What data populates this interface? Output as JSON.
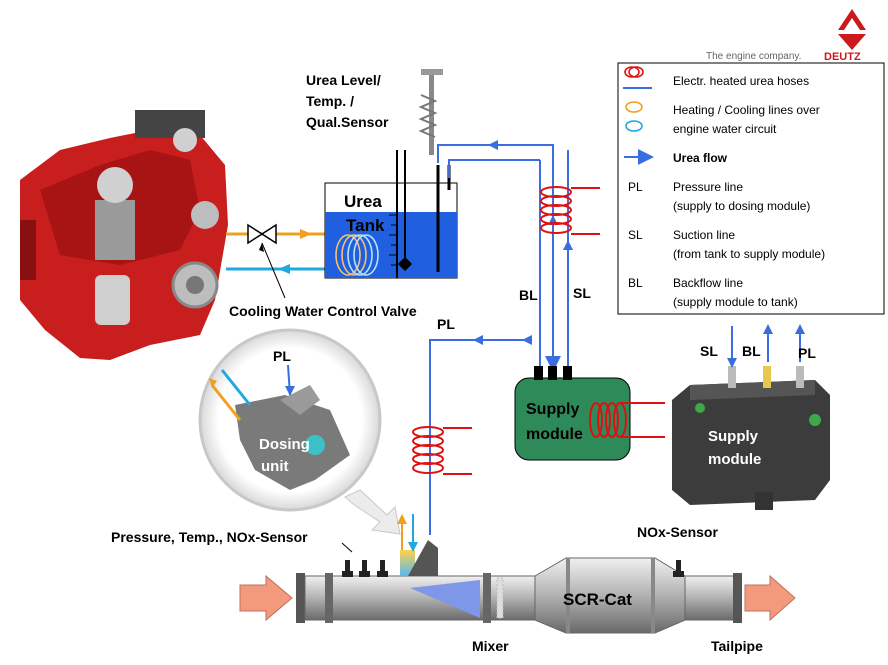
{
  "brand": {
    "tagline": "The engine company.",
    "logo_text": "DEUTZ"
  },
  "labels": {
    "urea_sensor_line1": "Urea Level/",
    "urea_sensor_line2": "Temp. /",
    "urea_sensor_line3": "Qual.Sensor",
    "tank_line1": "Urea",
    "tank_line2": "Tank",
    "valve": "Cooling Water Control Valve",
    "bl": "BL",
    "sl": "SL",
    "pl_main": "PL",
    "pl_dosing": "PL",
    "dosing_line1": "Dosing",
    "dosing_line2": "unit",
    "supply_line1": "Supply",
    "supply_line2": "module",
    "photo_supply_line1": "Supply",
    "photo_supply_line2": "module",
    "photo_sl": "SL",
    "photo_bl": "BL",
    "photo_pl": "PL",
    "sensor_left": "Pressure, Temp., NOx-Sensor",
    "sensor_right": "NOx-Sensor",
    "scr": "SCR-Cat",
    "mixer": "Mixer",
    "tailpipe": "Tailpipe"
  },
  "legend": {
    "items": [
      {
        "key": "",
        "line1": "Electr. heated urea hoses",
        "line2": ""
      },
      {
        "key": "",
        "line1": "Heating / Cooling lines over",
        "line2": " engine water circuit"
      },
      {
        "key": "",
        "line1": "Urea flow",
        "line2": ""
      },
      {
        "key": "PL",
        "line1": "Pressure line",
        "line2": "(supply to dosing module)"
      },
      {
        "key": "SL",
        "line1": "Suction line",
        "line2": "(from tank to supply module)"
      },
      {
        "key": "BL",
        "line1": "Backflow line",
        "line2": "(supply module to tank)"
      }
    ]
  },
  "colors": {
    "urea_line": "#3a6ee0",
    "heated_hose": "#e01010",
    "coolant_hot": "#f0a020",
    "coolant_cold": "#20a8e0",
    "tank_fill": "#1f5fe0",
    "supply_box": "#2f8a5a",
    "engine": "#c81e1e",
    "brand_red": "#cc1a1a"
  },
  "icons": [
    "deutz-logo-icon",
    "valve-icon",
    "engine-photo",
    "urea-sensor-photo",
    "dosing-unit-photo",
    "supply-module-photo",
    "exhaust-in-arrow-icon",
    "exhaust-out-arrow-icon"
  ]
}
